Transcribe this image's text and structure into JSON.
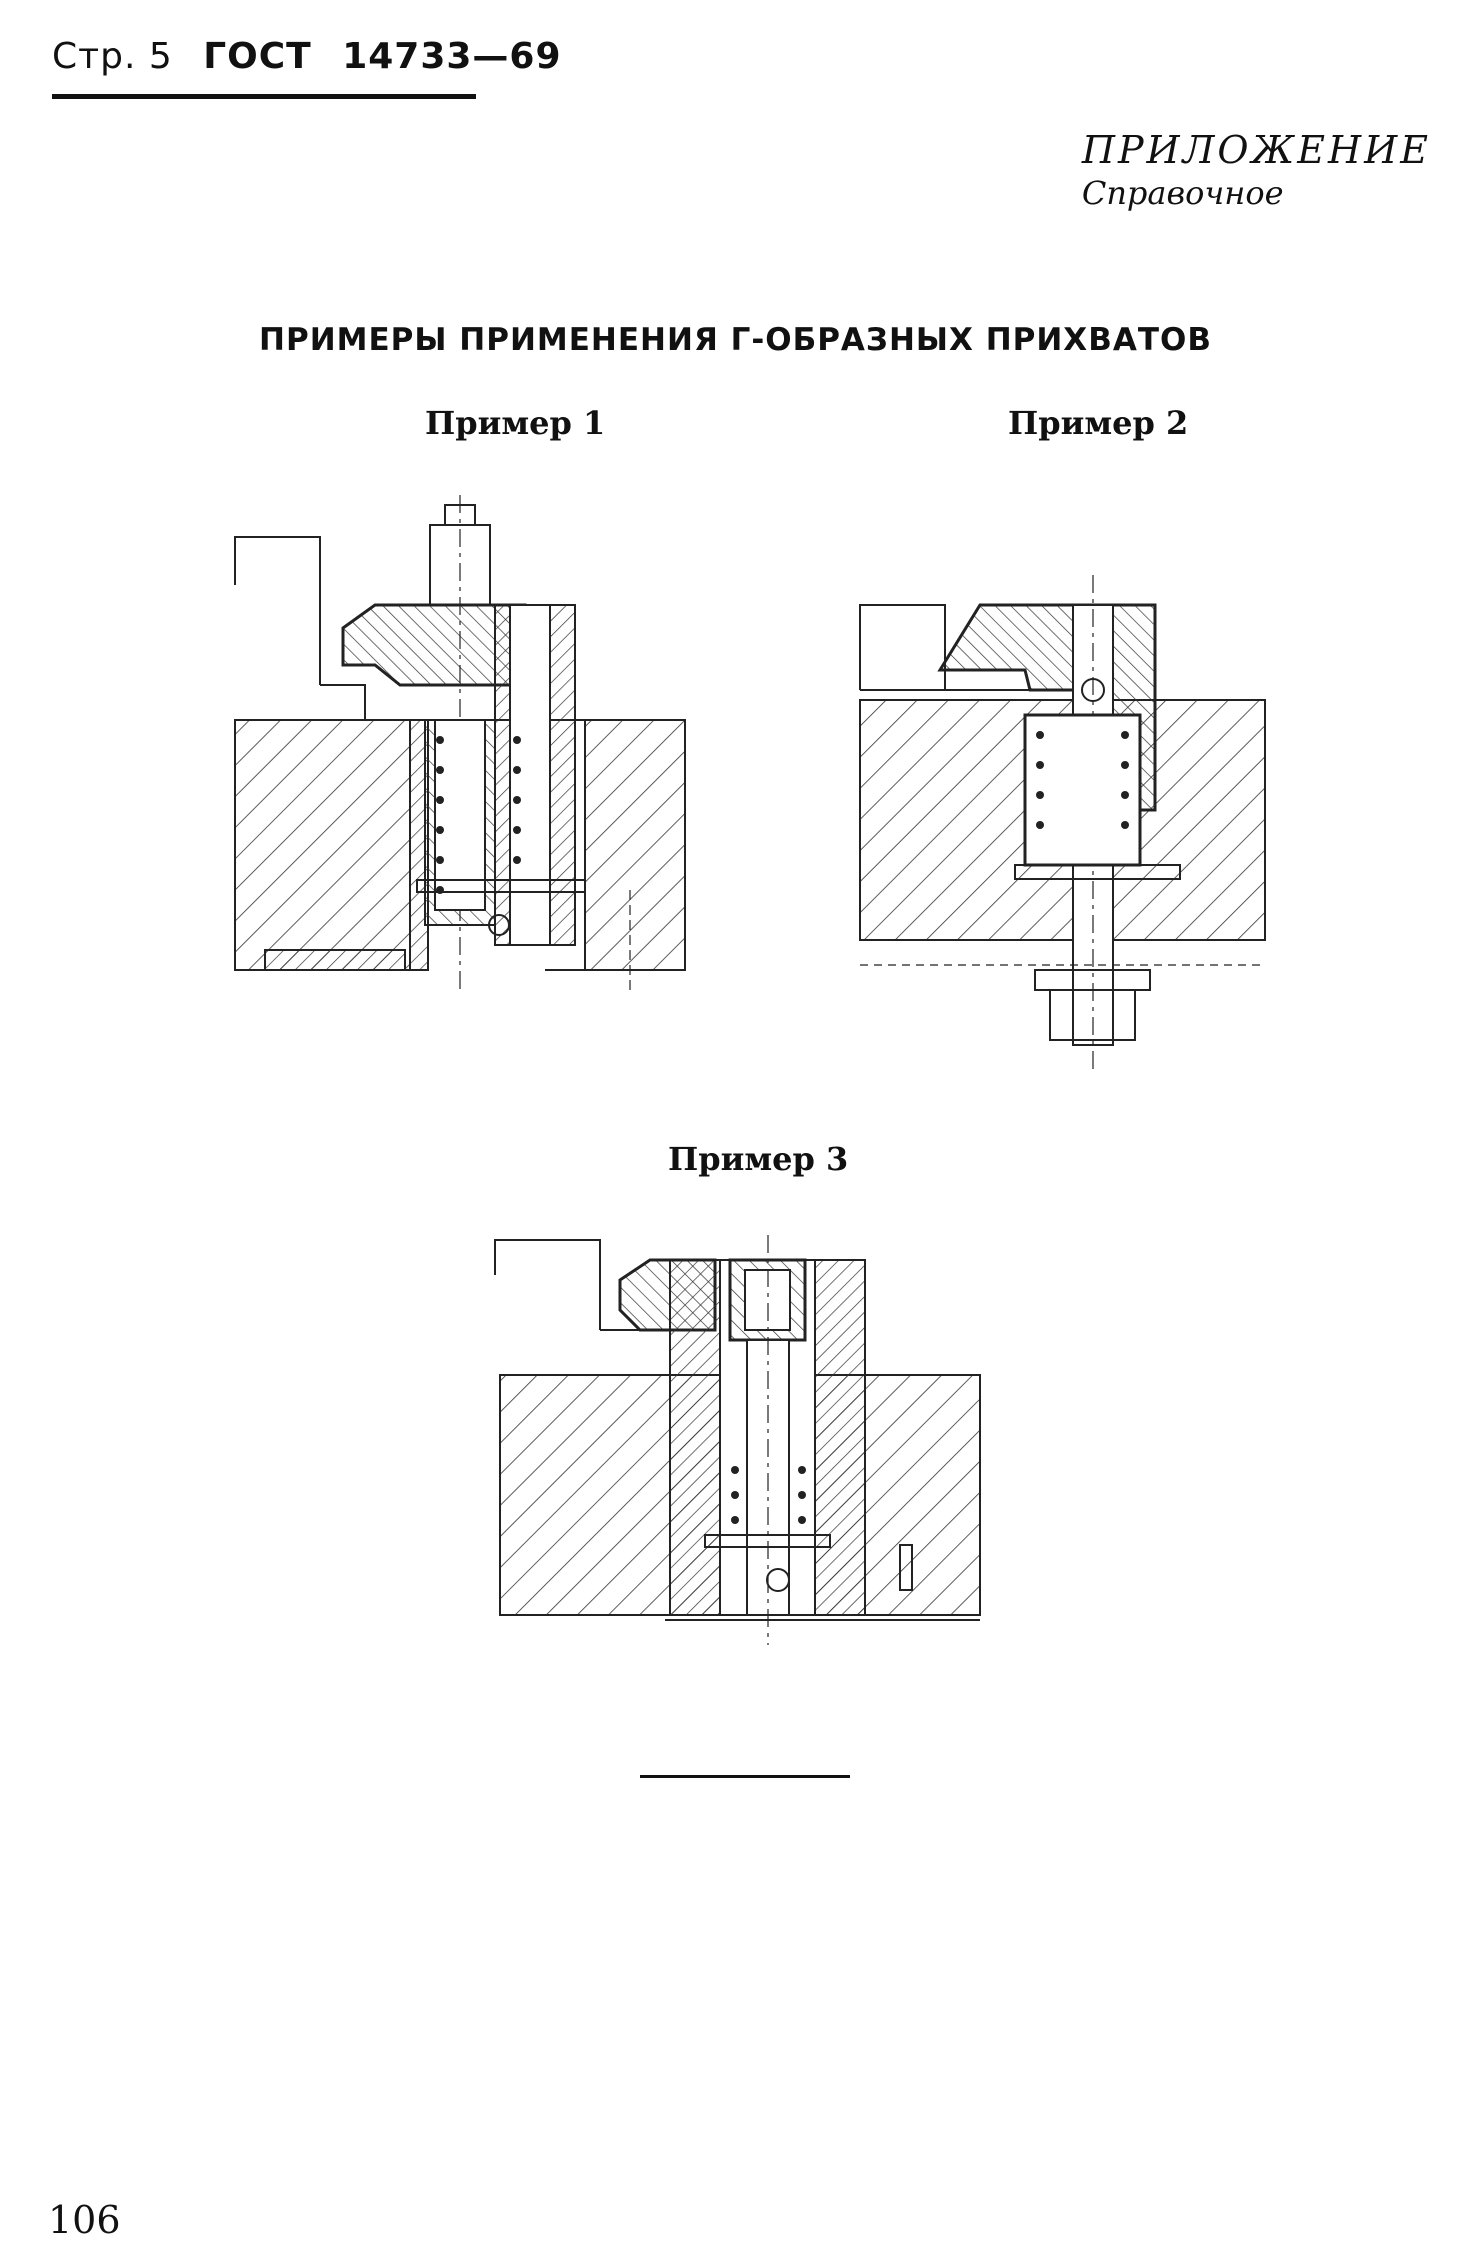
{
  "header": {
    "page_label": "Стр. 5",
    "standard": "ГОСТ",
    "number": "14733—69"
  },
  "appendix": {
    "title": "ПРИЛОЖЕНИЕ",
    "subtitle": "Справочное"
  },
  "main_title": "ПРИМЕРЫ ПРИМЕНЕНИЯ Г-ОБРАЗНЫХ ПРИХВАТОВ",
  "examples": [
    {
      "caption": "Пример 1"
    },
    {
      "caption": "Пример 2"
    },
    {
      "caption": "Пример 3"
    }
  ],
  "page_number": "106"
}
